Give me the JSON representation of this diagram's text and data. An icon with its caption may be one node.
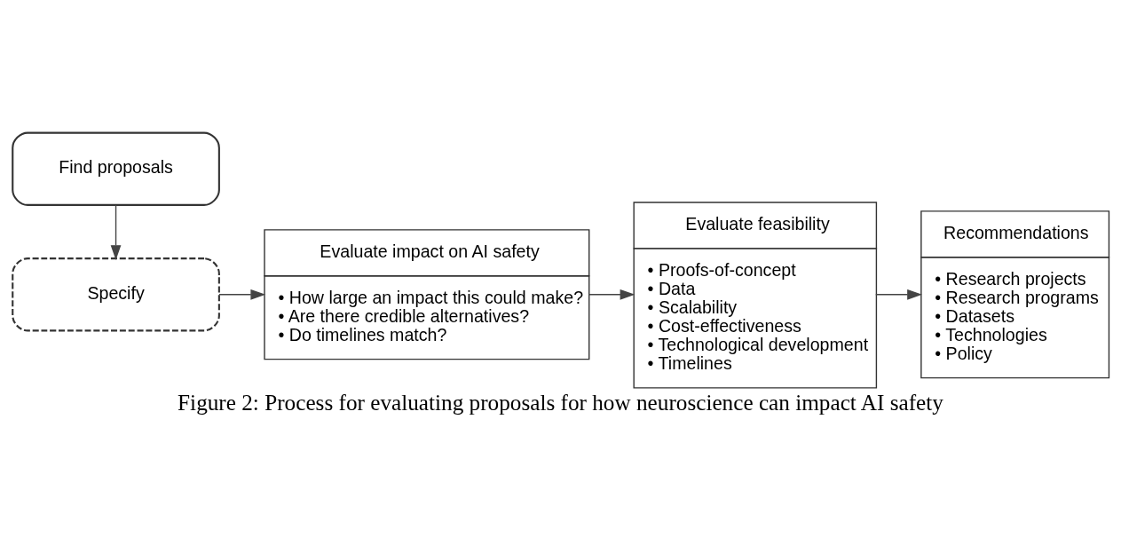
{
  "diagram": {
    "caption": "Figure 2: Process for evaluating proposals for how neuroscience can impact AI safety",
    "nodes": [
      {
        "text": [
          "Find proposals"
        ]
      },
      {
        "text": [
          "Specify"
        ]
      },
      {
        "text": [
          "Evaluate impact on AI safety",
          "• How large an impact this could make?",
          "• Are there credible alternatives?",
          "• Do timelines match?"
        ]
      },
      {
        "text": [
          "Evaluate feasibility",
          "• Proofs-of-concept",
          "• Data",
          "• Scalability",
          "• Cost-effectiveness",
          "• Technological development",
          "• Timelines"
        ]
      },
      {
        "text": [
          "Recommendations",
          "• Research projects",
          "• Research programs",
          "• Datasets",
          "• Technologies",
          "• Policy"
        ]
      }
    ],
    "edges": [
      {
        "from": 0,
        "to": 1,
        "arrow": "to"
      },
      {
        "from": 1,
        "to": 2,
        "arrow": "to"
      },
      {
        "from": 2,
        "to": 3,
        "arrow": "to"
      },
      {
        "from": 3,
        "to": 4,
        "arrow": "to"
      }
    ]
  }
}
